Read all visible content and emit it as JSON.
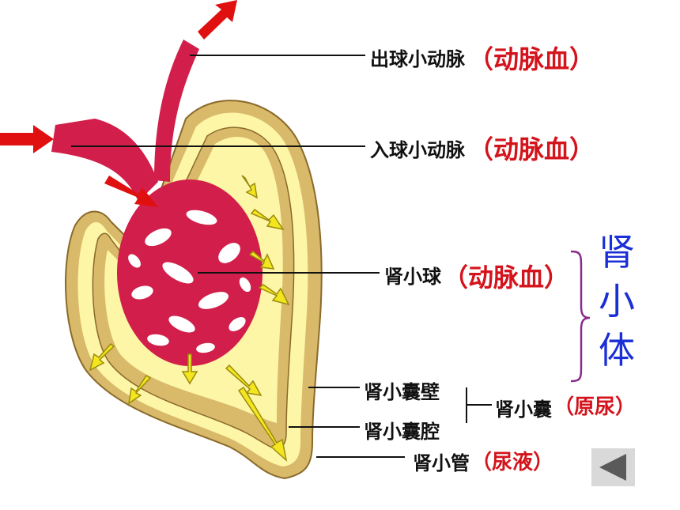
{
  "labels": {
    "efferent_arteriole": "出球小动脉",
    "efferent_blood": "（动脉血）",
    "afferent_arteriole": "入球小动脉",
    "afferent_blood": "（动脉血）",
    "glomerulus": "肾小球",
    "glomerulus_blood": "（动脉血）",
    "capsule_wall": "肾小囊壁",
    "capsule_cavity": "肾小囊腔",
    "capsule": "肾小囊",
    "capsule_content": "（原尿）",
    "tubule": "肾小管",
    "tubule_content": "（尿液）",
    "renal_corpuscle": [
      "肾",
      "小",
      "体"
    ]
  },
  "icons": {
    "back": "triangle-left-icon"
  },
  "colors": {
    "label_black": "#111111",
    "annotation_red": "#d4141c",
    "corpuscle_blue": "#1a2fd6",
    "brace_purple": "#8a2a8a",
    "vessel": "#d21e4a",
    "capsule_wall": "#d9b96a",
    "cavity": "#fdf6a6"
  }
}
